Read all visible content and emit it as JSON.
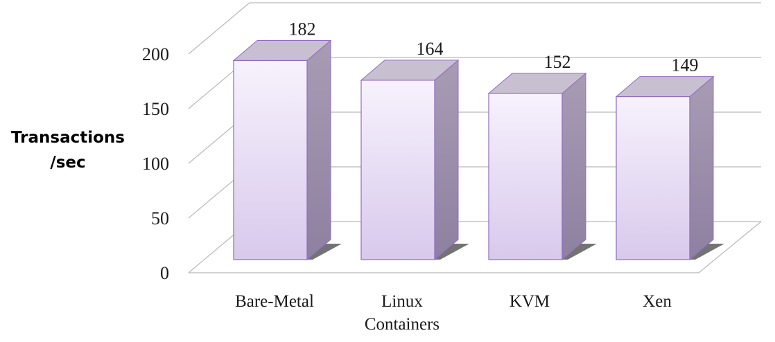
{
  "chart_data": {
    "type": "bar",
    "title": "",
    "xlabel": "",
    "ylabel": [
      "Transactions",
      "/sec"
    ],
    "categories": [
      [
        "Bare-Metal"
      ],
      [
        "Linux",
        "Containers"
      ],
      [
        "KVM"
      ],
      [
        "Xen"
      ]
    ],
    "values": [
      182,
      164,
      152,
      149
    ],
    "ylim": [
      0,
      200
    ],
    "yticks": [
      0,
      50,
      100,
      150,
      200
    ],
    "grid": true,
    "style": "3d",
    "colors": {
      "front_top": "#f7f2fd",
      "front_bottom": "#d8c9ec",
      "side": "#9d90ab",
      "top": "#c8c0d0",
      "edge": "#8f6cc0",
      "grid": "#b9b9b9"
    }
  }
}
